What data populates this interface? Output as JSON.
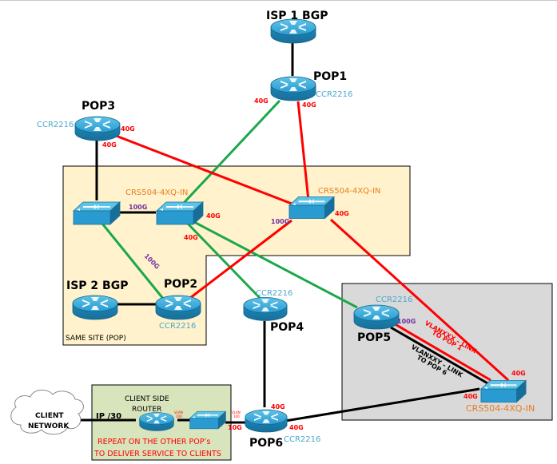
{
  "colors": {
    "red_link": "#ff0000",
    "green_link": "#1aa84a",
    "black_link": "#000000",
    "model_cyan": "#4aa8c8",
    "model_orange": "#e87d1e",
    "speed_purple": "#7030a0",
    "speed_red": "#ff0000",
    "same_site_fill": "#fff2cc",
    "pop5_site_fill": "#d9d9d9",
    "client_box_fill": "#d8e4bc"
  },
  "nodes": {
    "isp1": {
      "label": "ISP 1 BGP"
    },
    "pop1": {
      "label": "POP1",
      "model": "CCR2216"
    },
    "pop3": {
      "label": "POP3",
      "model": "CCR2216"
    },
    "isp2": {
      "label": "ISP 2 BGP"
    },
    "pop2": {
      "label": "POP2",
      "model": "CCR2216"
    },
    "pop4": {
      "label": "POP4",
      "model": "CCR2216"
    },
    "pop5": {
      "label": "POP5",
      "model": "CCR2216"
    },
    "pop6": {
      "label": "POP6",
      "model": "CCR2216"
    },
    "sw_a": {
      "model": ""
    },
    "sw_b": {
      "model": "CRS504-4XQ-IN"
    },
    "sw_c": {
      "model": "CRS504-4XQ-IN"
    },
    "sw_pop5": {
      "model": "CRS504-4XQ-IN"
    },
    "client_router": {
      "label": "CLIENT SIDE ROUTER",
      "label_line1": "CLIENT SIDE",
      "label_line2": "ROUTER"
    },
    "client_network": {
      "label_line1": "CLIENT",
      "label_line2": "NETWORK"
    }
  },
  "sites": {
    "same_site": {
      "label": "SAME SITE (POP)"
    },
    "client_box": {
      "note_line1": "REPEAT ON THE OTHER  POP’s",
      "note_line2": "TO DELIVER SERVICE TO CLIENTS"
    }
  },
  "link_labels": {
    "pop1_left": "40G",
    "pop1_right": "40G",
    "pop3_right": "40G",
    "pop3_down": "40G",
    "swa_swb": "100G",
    "swb_right": "40G",
    "swb_down": "40G",
    "swa_pop2": "100G",
    "swc_left": "100G",
    "swc_right": "40G",
    "pop5_right": "100G",
    "vlan_xx_line1": "VLANXXX – LINK",
    "vlan_xx_line2": "TO POP 1",
    "vlan_xy_line1": "VLANXXY – LINK",
    "vlan_xy_line2": "TO POP 6",
    "swpop5_top": "40G",
    "swpop5_left": "40G",
    "pop6_top": "40G",
    "pop6_right": "40G",
    "pop6_left": "10G",
    "client_ip": "IP /30",
    "vlan_small_1": "VLAN",
    "vlan_small_1b": "100",
    "vlan_small_2": "VLAN",
    "vlan_small_2b": "100"
  }
}
